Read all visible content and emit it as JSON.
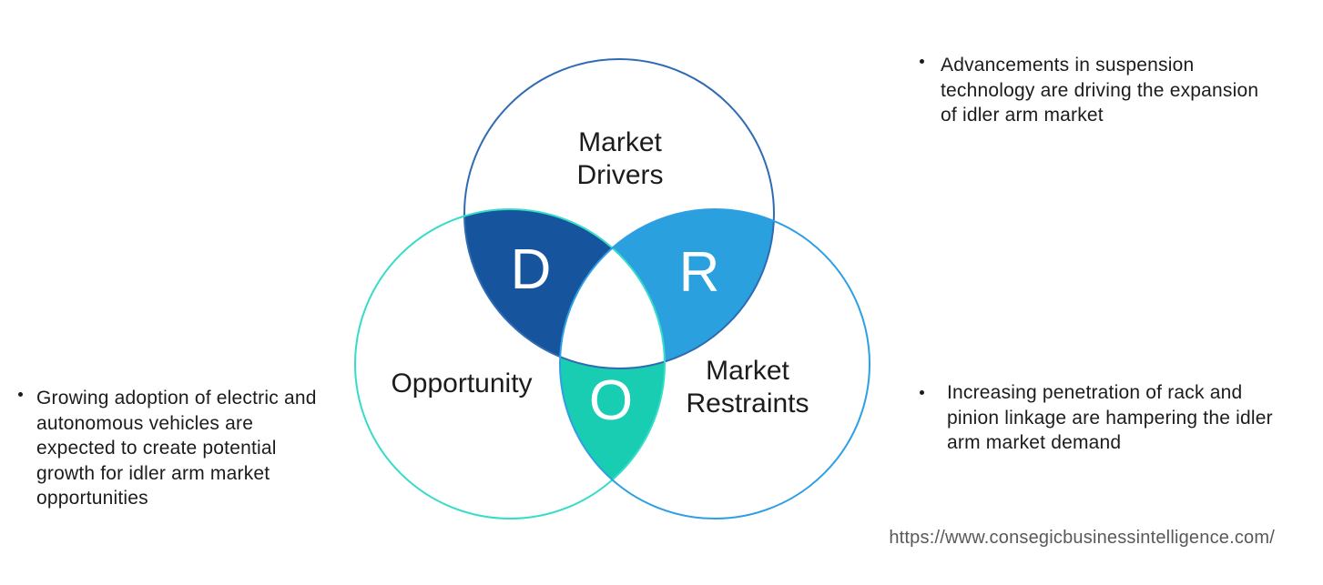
{
  "venn": {
    "drivers_label_lines": [
      "Market",
      "Drivers"
    ],
    "opportunity_label_lines": [
      "Opportunity"
    ],
    "restraints_label_lines": [
      "Market",
      "Restraints"
    ],
    "d_letter": "D",
    "r_letter": "R",
    "o_letter": "O"
  },
  "bullets": {
    "driver_lines": [
      "Advancements in suspension",
      "technology are driving the expansion",
      "of idler arm market"
    ],
    "opportunity_lines": [
      "Growing adoption of electric and",
      "autonomous vehicles are",
      "expected to create potential",
      "growth for idler arm market",
      "opportunities"
    ],
    "restraint_lines": [
      "Increasing penetration of rack and",
      "pinion linkage are hampering the idler",
      "arm market demand"
    ]
  },
  "footer": {
    "url": "https://www.consegicbusinessintelligence.com/"
  },
  "colors": {
    "drivers_circle_stroke": "#2f6bb3",
    "opportunity_circle_stroke": "#35dcc8",
    "restraints_circle_stroke": "#2e9fe5",
    "d_region_fill": "#17549e",
    "r_region_fill": "#2aa0de",
    "o_region_fill": "#19cdb3",
    "center_fill": "#ffffff",
    "text_color": "#1c1c1c",
    "url_color": "#58595b"
  }
}
